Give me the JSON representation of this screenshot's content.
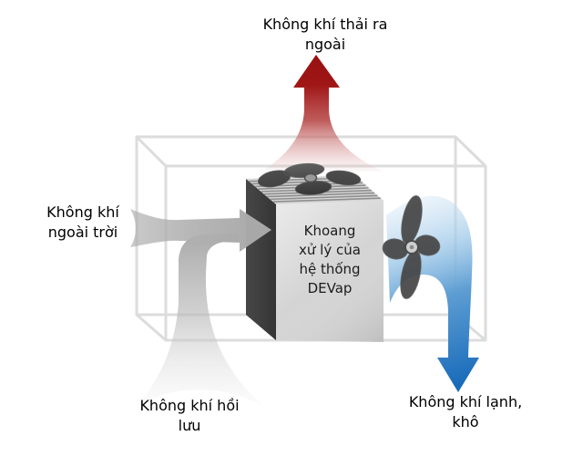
{
  "diagram": {
    "labels": {
      "exhaust": {
        "line1": "Không khí thải ra",
        "line2": "ngoài"
      },
      "outdoor": {
        "line1": "Không khí",
        "line2": "ngoài trời"
      },
      "return_air": {
        "line1": "Không khí hồi",
        "line2": "lưu"
      },
      "cold": {
        "line1": "Không khí lạnh,",
        "line2": "khô"
      },
      "unit": {
        "line1": "Khoang",
        "line2": "xử lý của",
        "line3": "hệ thống",
        "line4": "DEVap"
      }
    },
    "colors": {
      "exhaust_red": "#a01616",
      "cold_blue": "#1a6cba",
      "air_gray": "#b0b0b0",
      "unit_front": "#d4d4d4",
      "unit_side": "#3e3e3e",
      "wireframe": "#dcdcdc",
      "fan": "#454545",
      "grille_line": "#8e8e8e"
    },
    "icons": {
      "top_fan": "fan-icon",
      "side_fan": "fan-icon"
    }
  }
}
